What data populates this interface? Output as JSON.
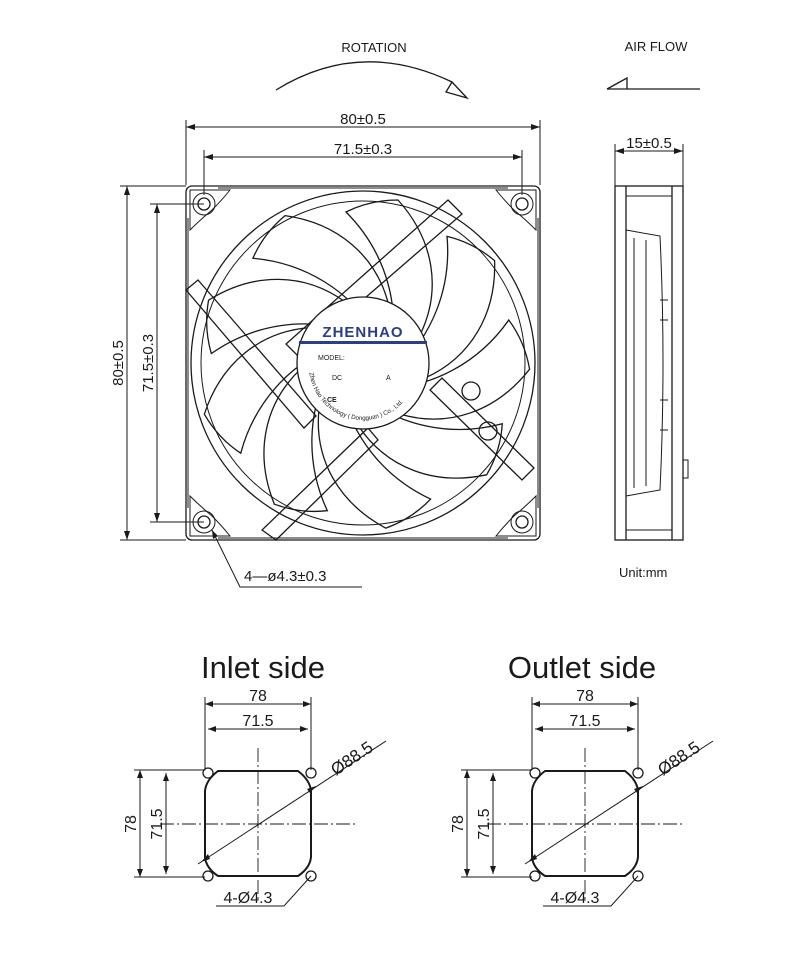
{
  "header": {
    "rotation_label": "ROTATION",
    "airflow_label": "AIR FLOW"
  },
  "front_view": {
    "overall_width": "80±0.5",
    "hole_pitch_width": "71.5±0.3",
    "overall_height": "80±0.5",
    "hole_pitch_height": "71.5±0.3",
    "mount_holes": "4—ø4.3±0.3"
  },
  "hub_label": {
    "brand": "ZHENHAO",
    "model": "MODEL:",
    "dc": "DC",
    "amps": "A",
    "ce": "CE",
    "company": "Zhen Hao Technology ( Dongguan ) Co., Ltd."
  },
  "side_view": {
    "thickness": "15±0.5",
    "unit": "Unit:mm"
  },
  "inlet": {
    "title": "Inlet side",
    "width": "78",
    "pitch_width": "71.5",
    "height": "78",
    "pitch_height": "71.5",
    "diameter": "Ø88.5",
    "holes": "4-Ø4.3"
  },
  "outlet": {
    "title": "Outlet side",
    "width": "78",
    "pitch_width": "71.5",
    "height": "78",
    "pitch_height": "71.5",
    "diameter": "Ø88.5",
    "holes": "4-Ø4.3"
  },
  "colors": {
    "line": "#1a1a1a",
    "hub_stripe": "#2a3f86",
    "background": "#ffffff"
  }
}
